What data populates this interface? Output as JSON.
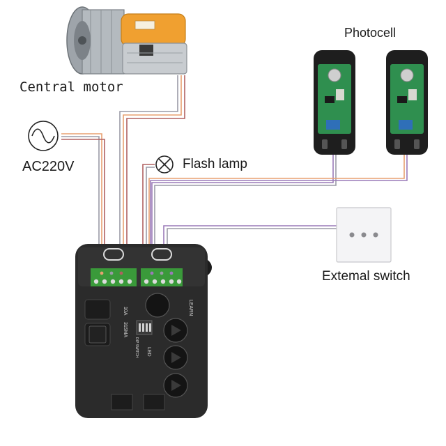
{
  "labels": {
    "central_motor": "Central motor",
    "ac_supply": "AC220V",
    "flash_lamp": "Flash lamp",
    "photocell": "Photocell",
    "external_switch": "Extemal switch"
  },
  "controller": {
    "fuse_1": "10A",
    "fuse_2": "315MA",
    "dip_switch": "DIP SWITCH",
    "learn": "LEARN",
    "led": "LED"
  },
  "colors": {
    "controller_body": "#2b2b2b",
    "terminal_block": "#3a9a3a",
    "motor_housing": "#f0a030",
    "pcb": "#2f8f4f",
    "wire_orange": "#e8a070",
    "wire_grey": "#9a9aa6",
    "wire_red": "#b06060",
    "wire_purple": "#9a7ab8"
  },
  "icons": {
    "ac_source": "sine-wave-icon",
    "flash_lamp": "lamp-cross-icon",
    "remote_buttons": [
      "lock-icon",
      "arrow-up-icon",
      "arrow-right-icon",
      "arrow-down-icon"
    ]
  }
}
